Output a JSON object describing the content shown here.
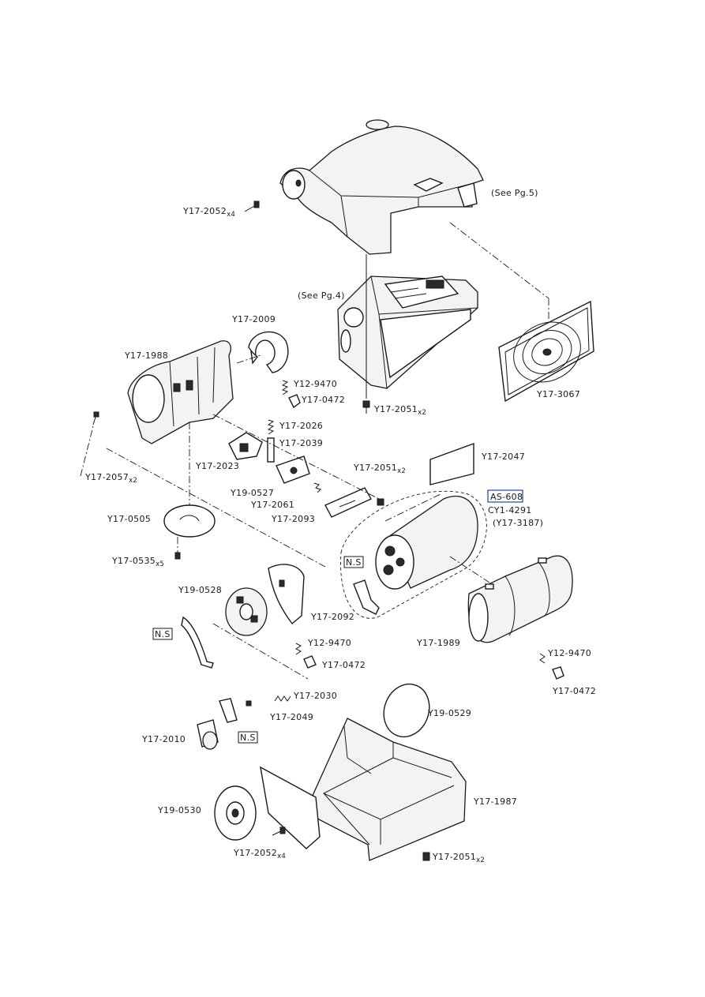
{
  "refs": {
    "see_pg5": "(See Pg.5)",
    "see_pg4": "(See Pg.4)"
  },
  "assembly": {
    "code": "AS-608",
    "model": "CY1-4291",
    "part": "(Y17-3187)"
  },
  "ns_label": "N.S",
  "parts": {
    "p2052_top": "Y17-2052",
    "p2052_top_qty": "x4",
    "p2009": "Y17-2009",
    "p1988": "Y17-1988",
    "p9470_a": "Y12-9470",
    "p0472_a": "Y17-0472",
    "p2051_a": "Y17-2051",
    "p2051_a_qty": "x2",
    "p3067": "Y17-3067",
    "p2026": "Y17-2026",
    "p2039": "Y17-2039",
    "p2023": "Y17-2023",
    "p2057": "Y17-2057",
    "p2057_qty": "x2",
    "p2051_b": "Y17-2051",
    "p2051_b_qty": "x2",
    "p2047": "Y17-2047",
    "p0527": "Y19-0527",
    "p2061": "Y17-2061",
    "p2093": "Y17-2093",
    "p0505": "Y17-0505",
    "p0535": "Y17-0535",
    "p0535_qty": "x5",
    "p0528": "Y19-0528",
    "p2092": "Y17-2092",
    "p9470_b": "Y12-9470",
    "p0472_b": "Y17-0472",
    "p1989": "Y17-1989",
    "p9470_c": "Y12-9470",
    "p0472_c": "Y17-0472",
    "p2030": "Y17-2030",
    "p2049": "Y17-2049",
    "p2010": "Y17-2010",
    "p0529": "Y19-0529",
    "p0530": "Y19-0530",
    "p1987": "Y17-1987",
    "p2052_bot": "Y17-2052",
    "p2052_bot_qty": "x4",
    "p2051_c": "Y17-2051",
    "p2051_c_qty": "x2"
  }
}
